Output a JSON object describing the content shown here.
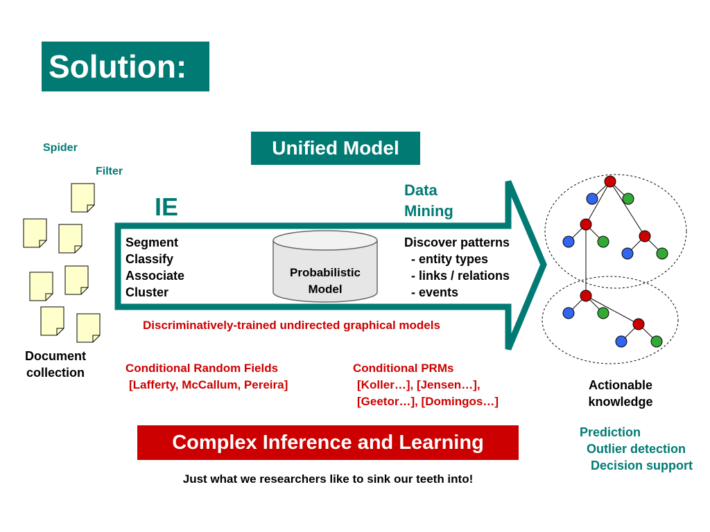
{
  "title": "Solution:",
  "unified_model": "Unified Model",
  "spider": "Spider",
  "filter": "Filter",
  "document_collection": [
    "Document",
    "collection"
  ],
  "ie_label": "IE",
  "data_mining": [
    "Data",
    "Mining"
  ],
  "ie_steps": [
    "Segment",
    "Classify",
    "Associate",
    "Cluster"
  ],
  "probabilistic_model": [
    "Probabilistic",
    "Model"
  ],
  "discover": {
    "heading": "Discover patterns",
    "items": [
      "- entity types",
      "- links / relations",
      "- events"
    ]
  },
  "discriminative_caption": "Discriminatively-trained undirected graphical models",
  "crf": {
    "title": "Conditional Random Fields",
    "cite": "[Lafferty, McCallum, Pereira]"
  },
  "prm": {
    "title": "Conditional PRMs",
    "cite_lines": [
      "[Koller…], [Jensen…],",
      "[Geetor…], [Domingos…]"
    ]
  },
  "actionable_knowledge": [
    "Actionable",
    "knowledge"
  ],
  "applications": [
    "Prediction",
    "Outlier detection",
    "Decision support"
  ],
  "complex_inference": "Complex Inference and Learning",
  "tagline": "Just what we researchers like to sink our teeth into!",
  "colors": {
    "teal": "#007a73",
    "red": "#cc0000",
    "doc_fill": "#ffffcc",
    "node_red": "#cc0000",
    "node_blue": "#3366ee",
    "node_green": "#33aa33"
  }
}
